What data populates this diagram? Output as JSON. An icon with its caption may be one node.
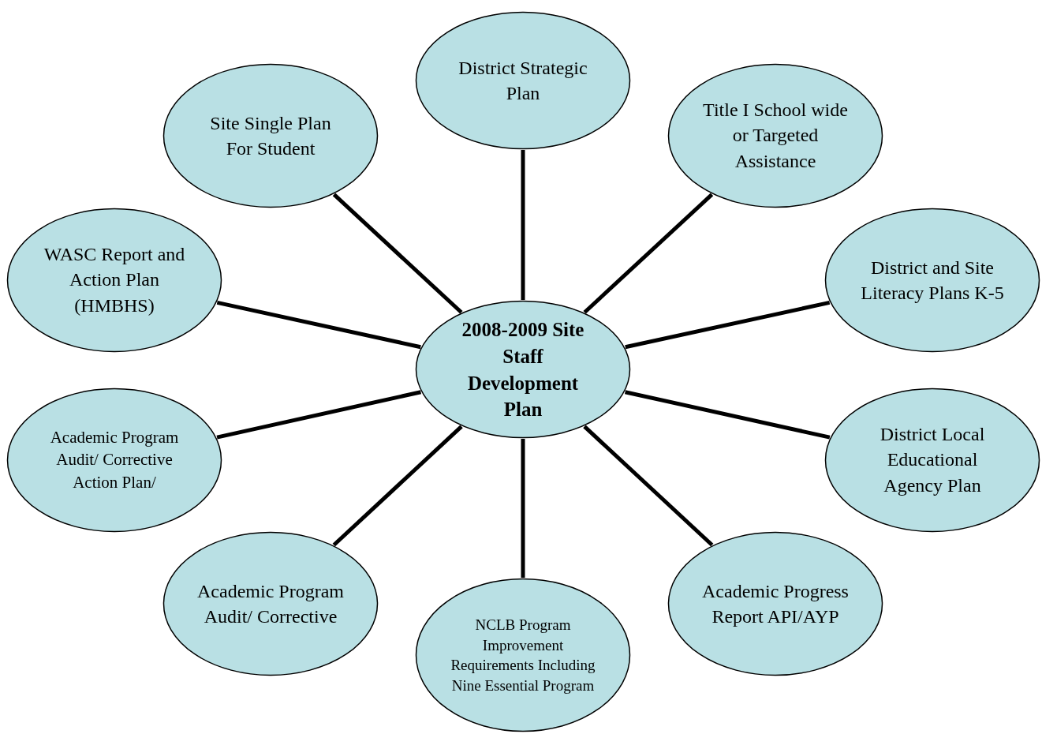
{
  "diagram": {
    "nodes": [
      {
        "text": [
          "District Strategic Plan"
        ]
      },
      {
        "text": [
          "Site Single Plan For Student"
        ]
      },
      {
        "text": [
          "Title I School wide or Targeted Assistance"
        ]
      },
      {
        "text": [
          "District and Site Literacy Plans K-5"
        ]
      },
      {
        "text": [
          "WASC Report and Action Plan (HMBHS)"
        ]
      },
      {
        "text": [
          "2008-2009 Site Staff Development Plan"
        ]
      },
      {
        "text": [
          "Academic Program Audit/ Corrective Action Plan/"
        ]
      },
      {
        "text": [
          "District Local Educational Agency Plan"
        ]
      },
      {
        "text": [
          "Academic Program Audit/ Corrective"
        ]
      },
      {
        "text": [
          "Academic Progress Report API/AYP"
        ]
      },
      {
        "text": [
          "NCLB Program Improvement Requirements Including Nine Essential Program"
        ]
      }
    ],
    "edges": [
      {
        "from": 5,
        "to": 0,
        "arrow": "none"
      },
      {
        "from": 5,
        "to": 1,
        "arrow": "none"
      },
      {
        "from": 5,
        "to": 2,
        "arrow": "none"
      },
      {
        "from": 5,
        "to": 3,
        "arrow": "none"
      },
      {
        "from": 5,
        "to": 4,
        "arrow": "none"
      },
      {
        "from": 5,
        "to": 6,
        "arrow": "none"
      },
      {
        "from": 5,
        "to": 7,
        "arrow": "none"
      },
      {
        "from": 5,
        "to": 8,
        "arrow": "none"
      },
      {
        "from": 5,
        "to": 9,
        "arrow": "none"
      },
      {
        "from": 5,
        "to": 10,
        "arrow": "none"
      }
    ]
  }
}
